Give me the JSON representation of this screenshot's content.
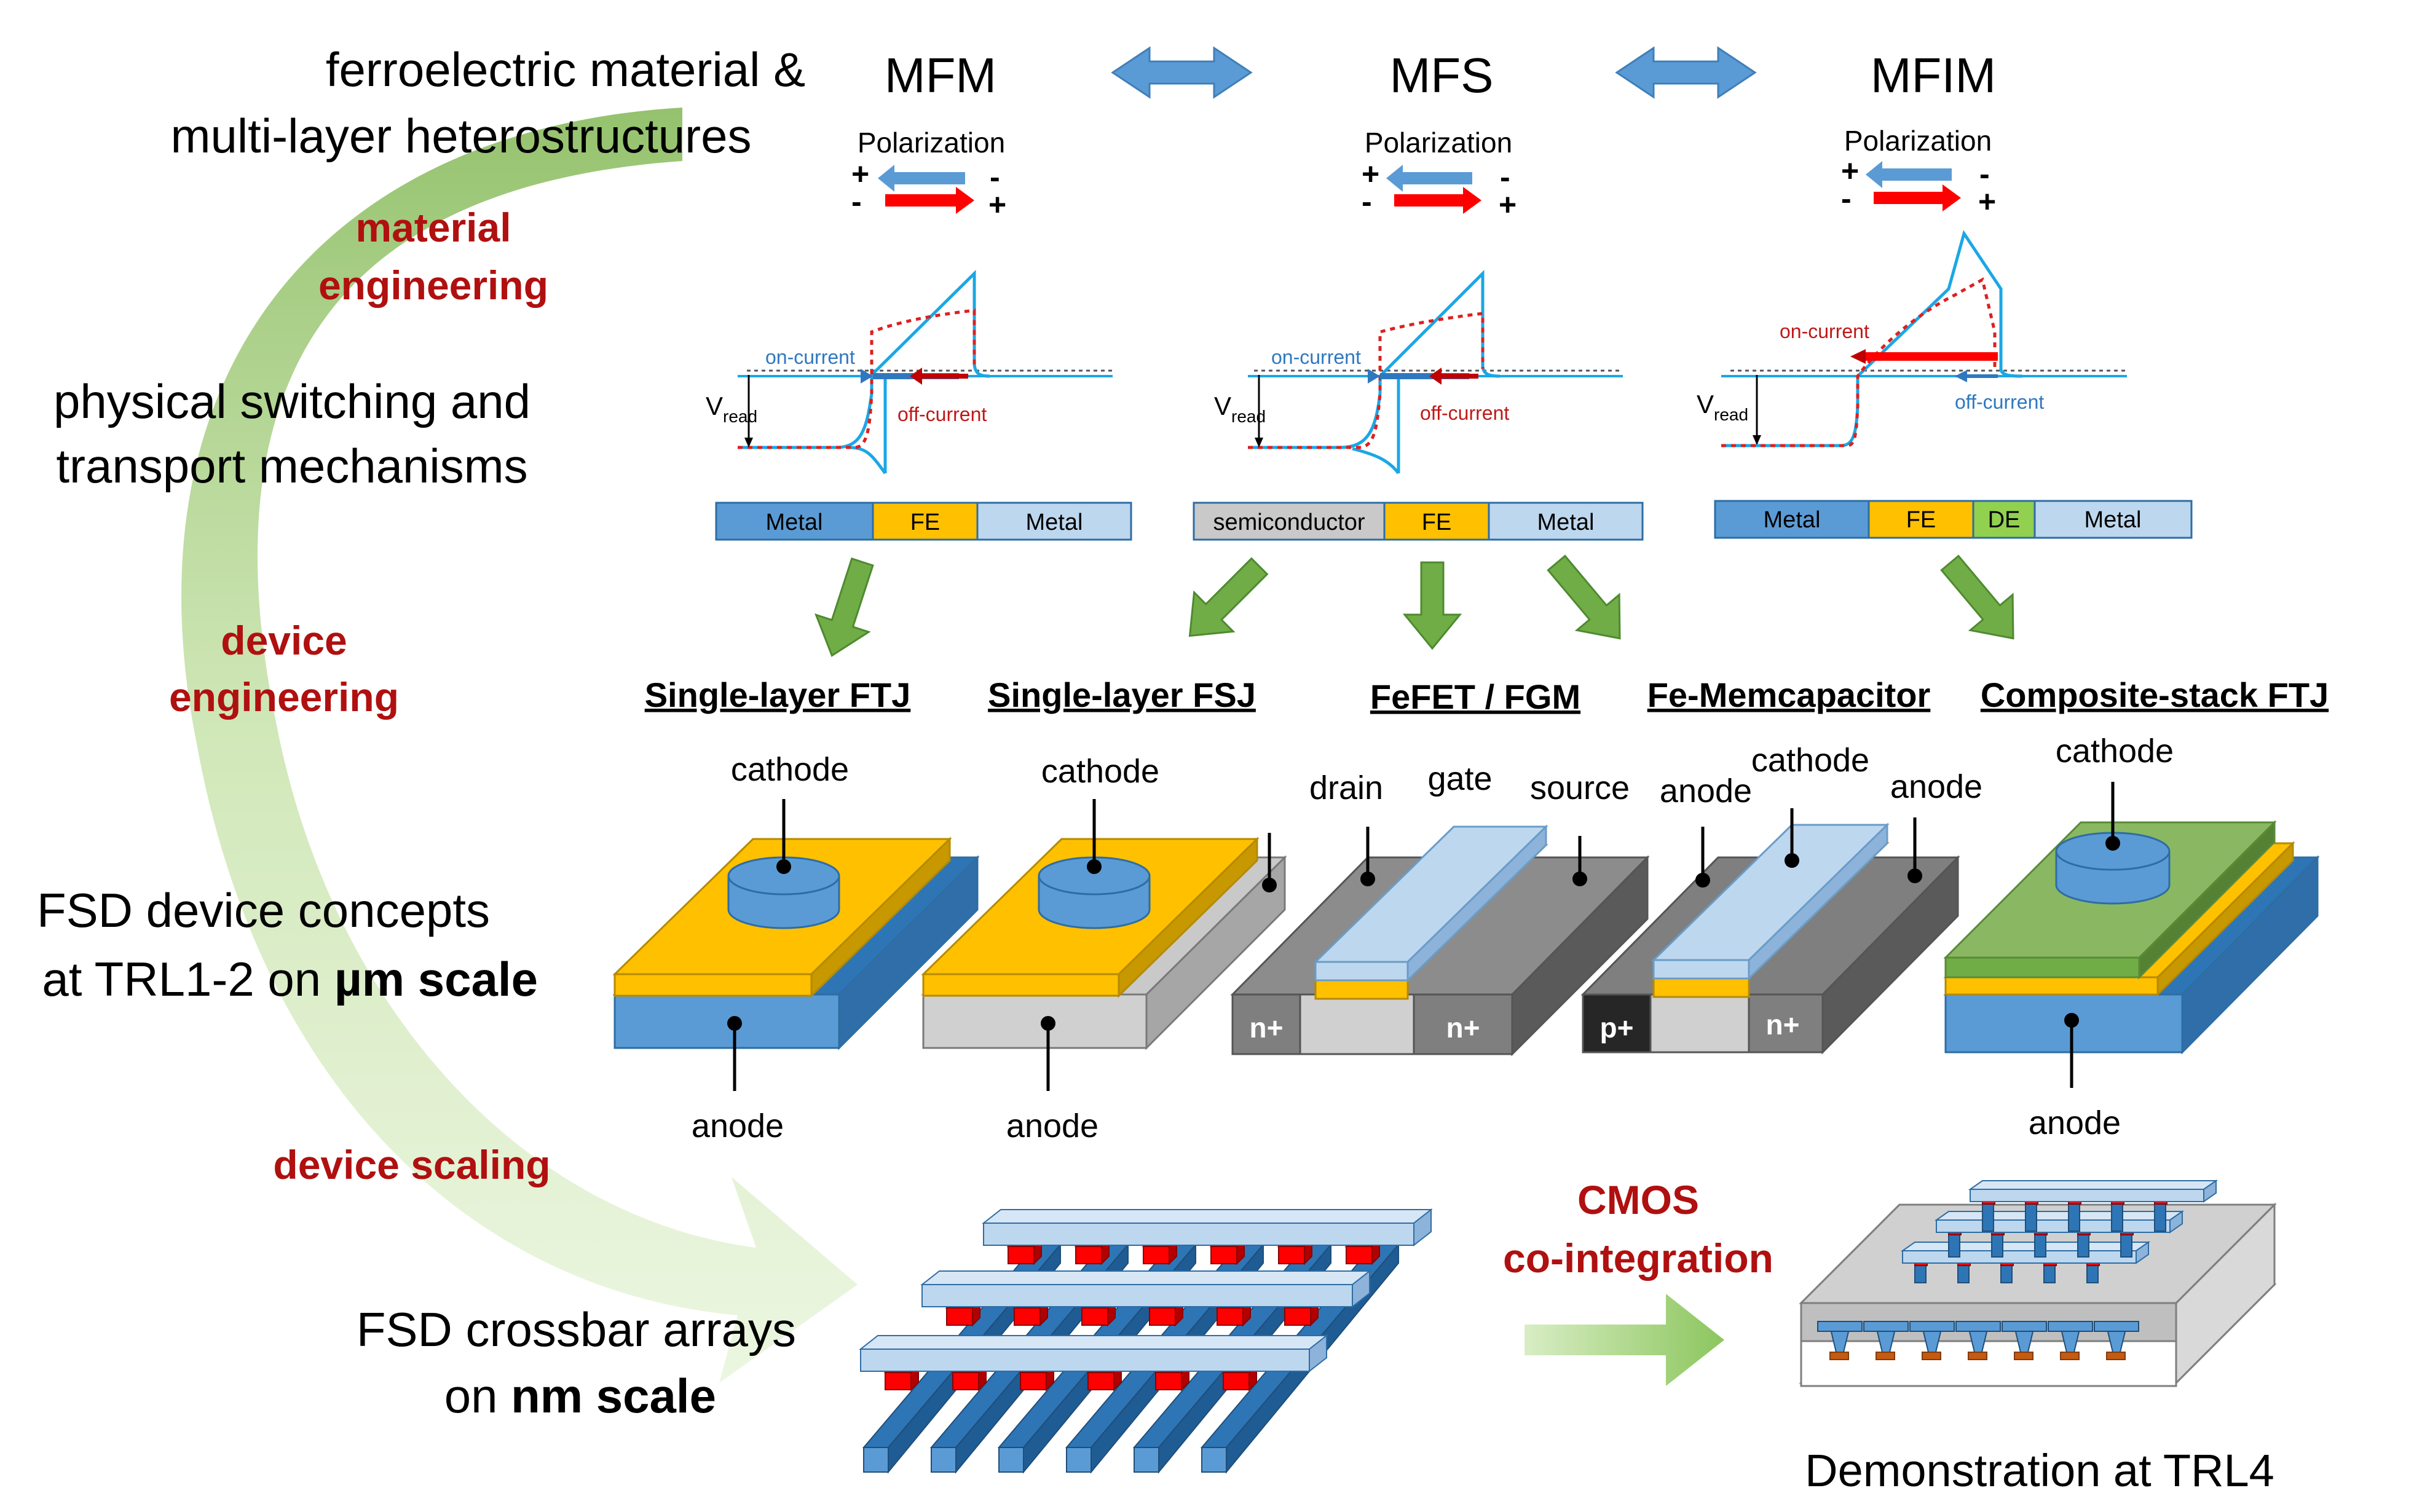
{
  "left_labels": {
    "material_line1": "ferroelectric material &",
    "material_line2": "multi-layer heterostructures",
    "physical_line1": "physical switching and",
    "physical_line2": "transport mechanisms",
    "concepts_line1": "FSD device concepts",
    "concepts_line2_prefix": "at TRL1-2 on ",
    "concepts_line2_bold": "µm scale",
    "crossbar_line1": "FSD crossbar arrays",
    "crossbar_line2_prefix": "on ",
    "crossbar_line2_bold": "nm scale"
  },
  "engineering_labels": {
    "material_1": "material",
    "material_2": "engineering",
    "device_1": "device",
    "device_2": "engineering",
    "scaling": "device scaling",
    "cmos_1": "CMOS",
    "cmos_2": "co-integration"
  },
  "structures": {
    "mfm": "MFM",
    "mfs": "MFS",
    "mfim": "MFIM",
    "polarization": "Polarization",
    "plus": "+",
    "minus": "-"
  },
  "curves": {
    "on_current": "on-current",
    "off_current": "off-current",
    "v": "V",
    "read": "read"
  },
  "stacks": {
    "metal": "Metal",
    "fe": "FE",
    "semiconductor": "semiconductor",
    "de": "DE"
  },
  "devices": {
    "single_ftj": "Single-layer FTJ",
    "single_fsj": "Single-layer FSJ",
    "fefet": "FeFET / FGM",
    "memcap": "Fe-Memcapacitor",
    "composite": "Composite-stack FTJ"
  },
  "terminals": {
    "cathode": "cathode",
    "anode": "anode",
    "drain": "drain",
    "gate": "gate",
    "source": "source",
    "n_plus": "n+",
    "p_plus": "p+"
  },
  "demo": "Demonstration at TRL4",
  "colors": {
    "metal_blue": "#5b9bd5",
    "light_blue": "#bdd7ee",
    "fe_yellow": "#ffc000",
    "green_arrow": "#70ad47",
    "red_arrow": "#ff0000",
    "curve_cyan": "#1aa7e6",
    "heading_red": "#b01010"
  }
}
